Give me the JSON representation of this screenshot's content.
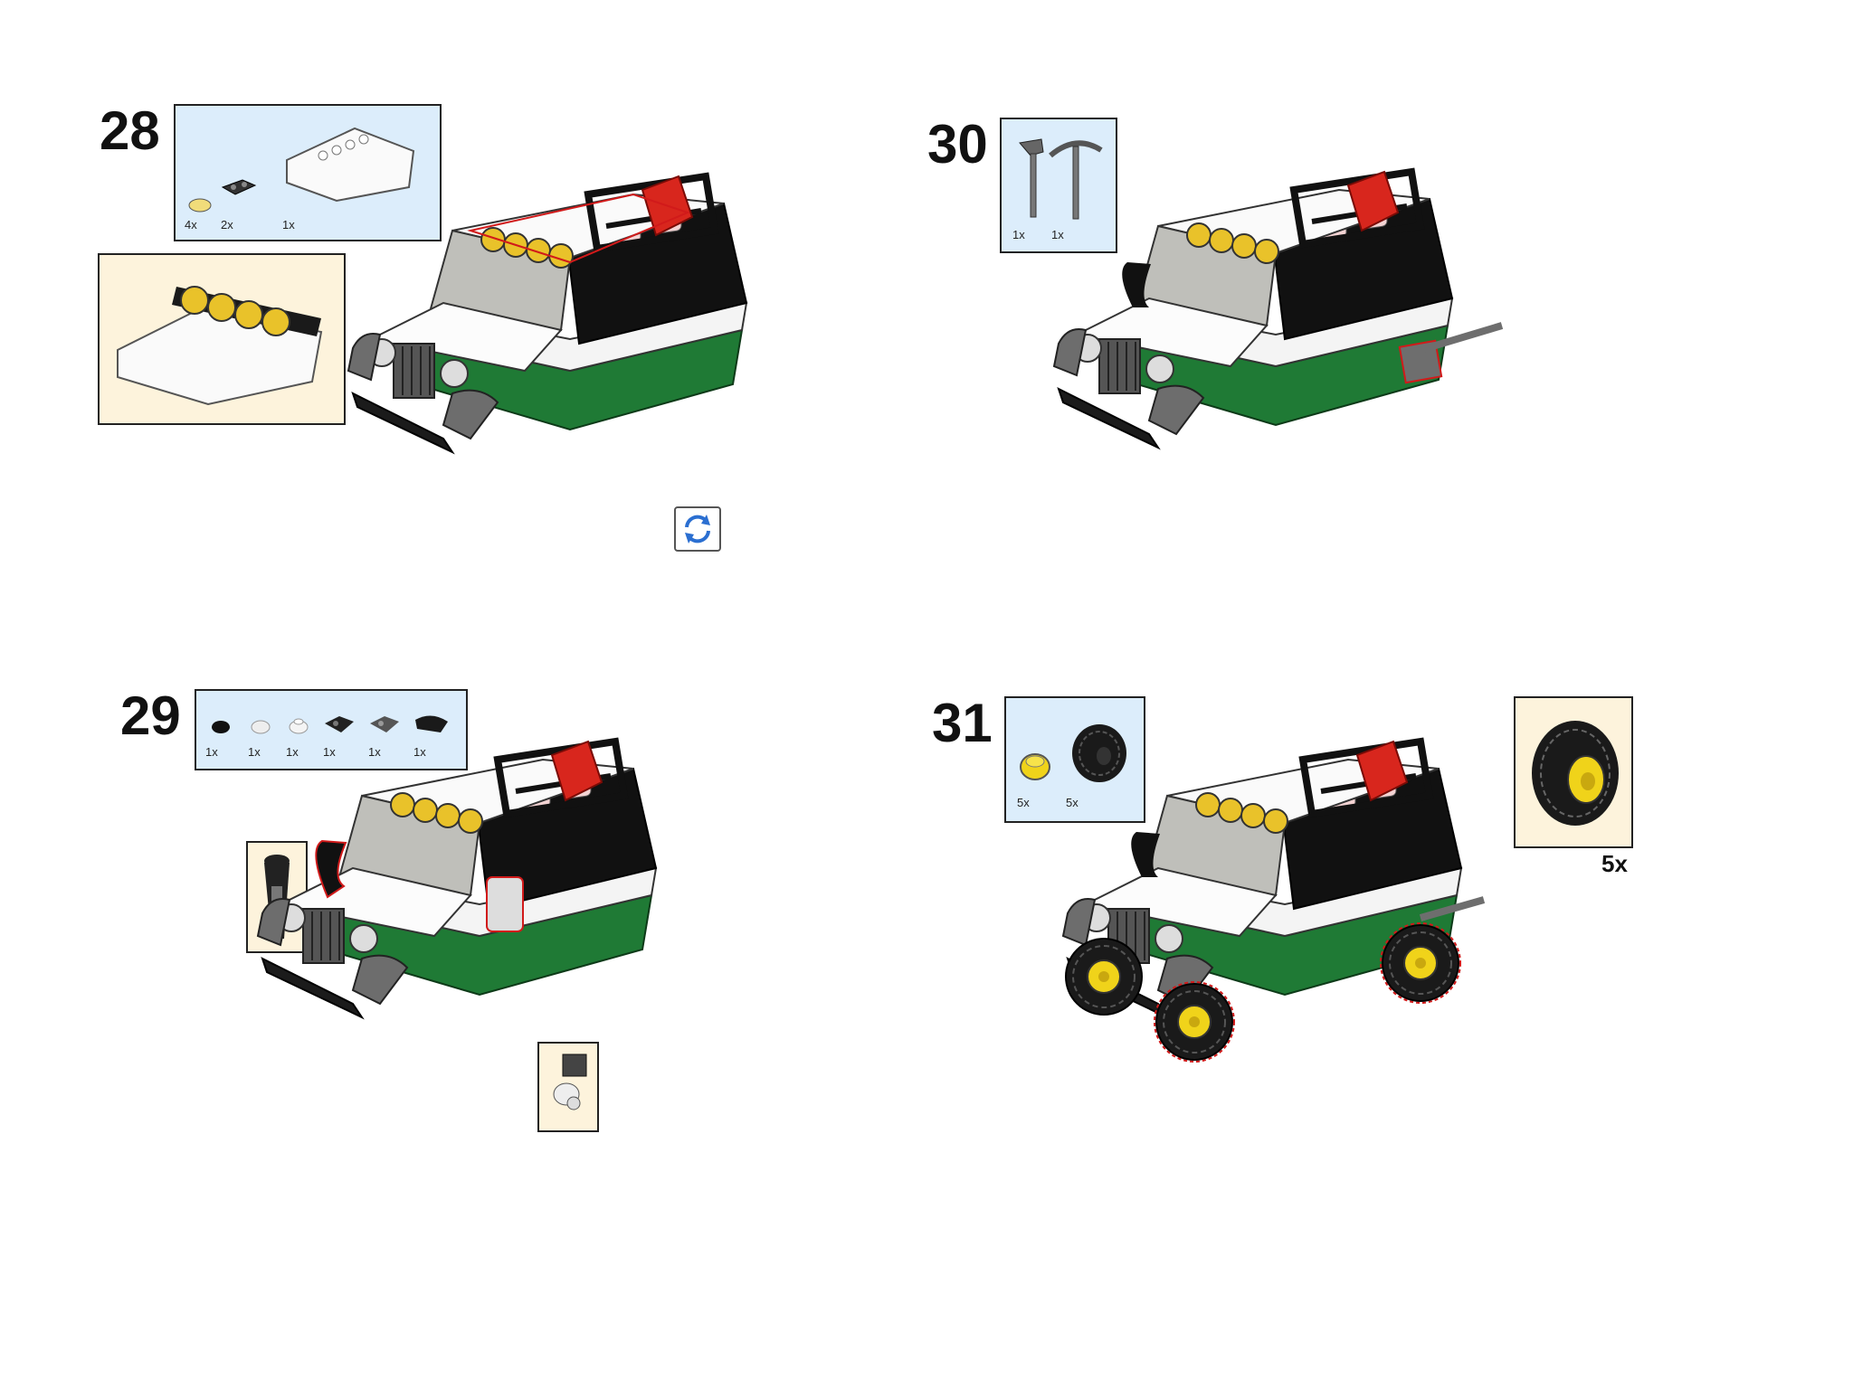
{
  "steps": [
    {
      "number": "28",
      "parts_qty": [
        "4x",
        "2x",
        "1x"
      ]
    },
    {
      "number": "29",
      "parts_qty": [
        "1x",
        "1x",
        "1x",
        "1x",
        "1x",
        "1x"
      ]
    },
    {
      "number": "30",
      "parts_qty": [
        "1x",
        "1x"
      ]
    },
    {
      "number": "31",
      "parts_qty": [
        "5x",
        "5x"
      ],
      "callout_qty": "5x"
    }
  ],
  "icons": {
    "rotate": "rotate-model-icon"
  },
  "colors": {
    "parts_box_bg": "#dcedfb",
    "callout_box_bg": "#fdf3dc",
    "vehicle_green": "#1f7a35",
    "highlight_red": "#d11a1a"
  }
}
